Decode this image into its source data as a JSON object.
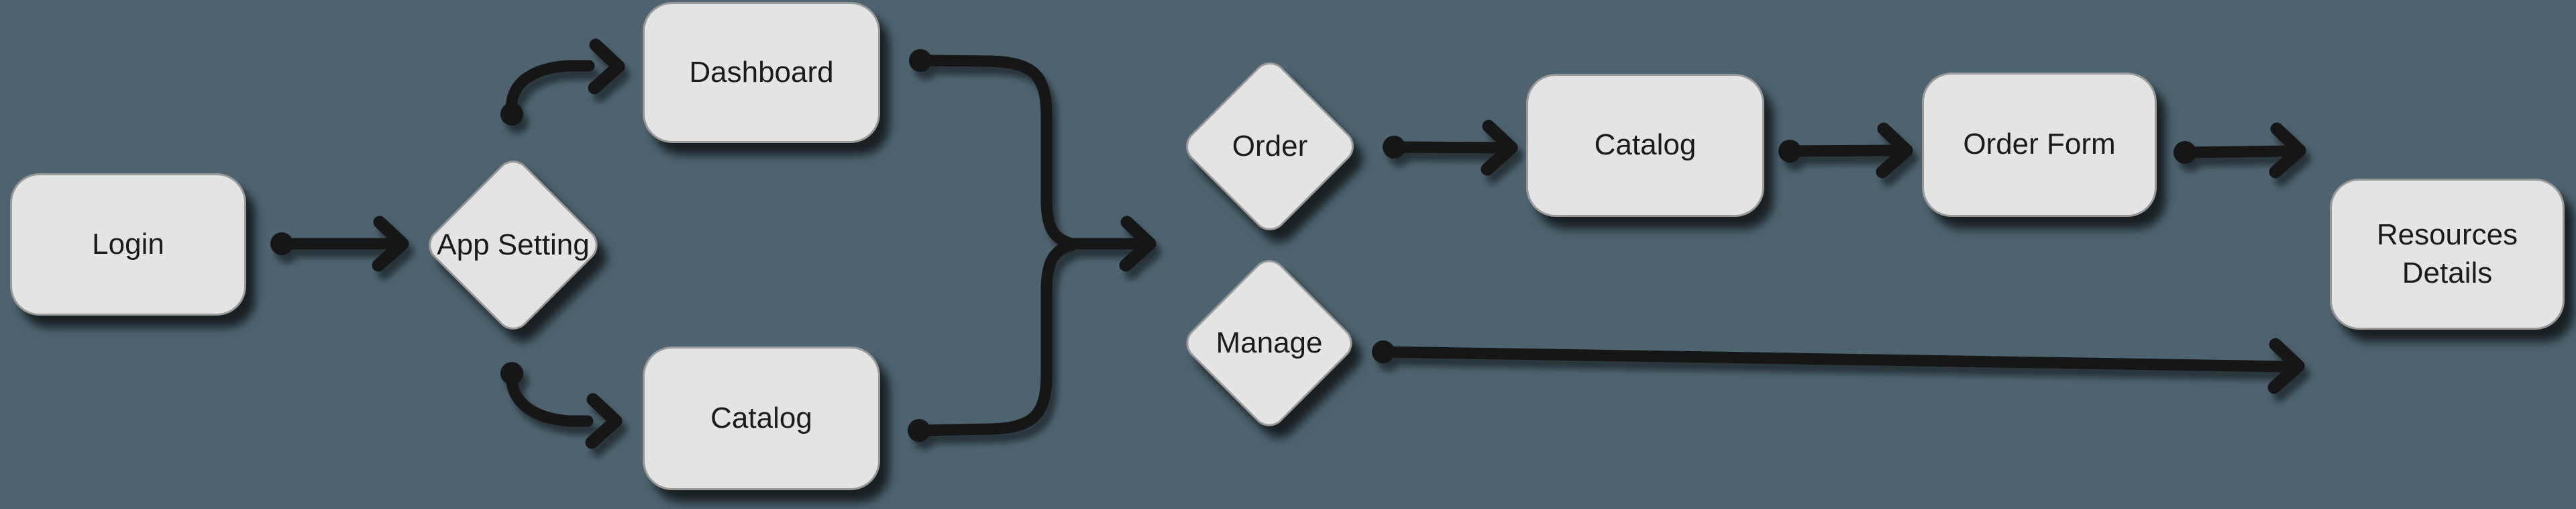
{
  "diagram": {
    "type": "flowchart",
    "direction": "left-to-right",
    "background_color": "#4d6470",
    "node_fill_color": "#e4e4e4",
    "edge_color": "#141414",
    "text_color": "#1b1b1d"
  },
  "nodes": [
    {
      "id": "login",
      "label": "Login",
      "shape": "rounded-rect"
    },
    {
      "id": "app-setting",
      "label": "App Setting",
      "shape": "diamond"
    },
    {
      "id": "dashboard",
      "label": "Dashboard",
      "shape": "rounded-rect"
    },
    {
      "id": "catalog-1",
      "label": "Catalog",
      "shape": "rounded-rect"
    },
    {
      "id": "order",
      "label": "Order",
      "shape": "diamond"
    },
    {
      "id": "manage",
      "label": "Manage",
      "shape": "diamond"
    },
    {
      "id": "catalog-2",
      "label": "Catalog",
      "shape": "rounded-rect"
    },
    {
      "id": "order-form",
      "label": "Order Form",
      "shape": "rounded-rect"
    },
    {
      "id": "resources-details",
      "label": "Resources Details",
      "shape": "rounded-rect"
    }
  ],
  "edges": [
    {
      "from": "login",
      "to": "app-setting"
    },
    {
      "from": "app-setting",
      "to": "dashboard"
    },
    {
      "from": "app-setting",
      "to": "catalog-1"
    },
    {
      "from": "dashboard",
      "to": "order-manage-merge"
    },
    {
      "from": "catalog-1",
      "to": "order-manage-merge"
    },
    {
      "from": "order-manage-merge",
      "to": "order-and-manage"
    },
    {
      "from": "order",
      "to": "catalog-2"
    },
    {
      "from": "catalog-2",
      "to": "order-form"
    },
    {
      "from": "order-form",
      "to": "resources-details"
    },
    {
      "from": "manage",
      "to": "resources-details"
    }
  ]
}
